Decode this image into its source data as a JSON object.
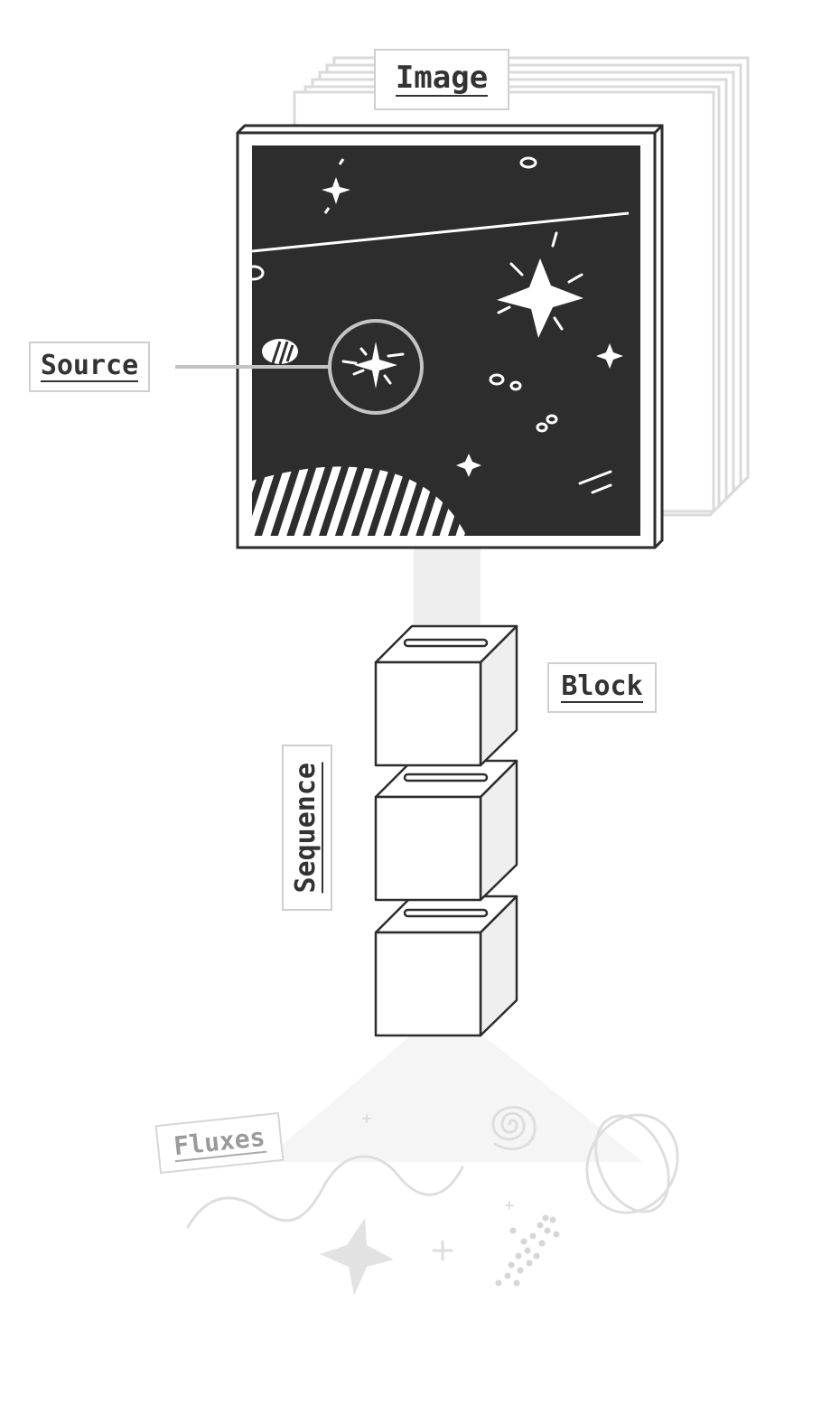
{
  "labels": {
    "image": "Image",
    "source": "Source",
    "block": "Block",
    "sequence": "Sequence",
    "fluxes": "Fluxes"
  },
  "colors": {
    "ink": "#2d2d2d",
    "paper": "#ffffff",
    "stack_outline": "#d9d9d9",
    "source_ring": "#c4c4c4",
    "beam": "#efefef",
    "block_side": "#efefef",
    "faded": "#dcdcdc"
  },
  "icons": [
    "image-frame-icon",
    "image-stack-icon",
    "star-burst-icon",
    "source-ring-icon",
    "block-icon",
    "spiral-icon",
    "orbit-icon",
    "wave-icon"
  ],
  "blocks": {
    "count": 3
  }
}
